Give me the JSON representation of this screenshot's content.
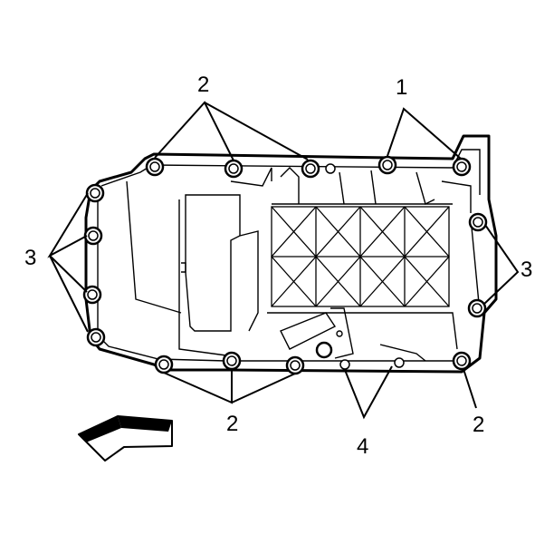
{
  "callouts": {
    "top_left_2": "2",
    "top_right_1": "1",
    "left_3": "3",
    "right_3": "3",
    "bottom_left_2": "2",
    "bottom_center_4": "4",
    "bottom_right_2": "2"
  },
  "icons": {
    "direction_arrow": "arrow-left-icon"
  },
  "colors": {
    "line": "#000000",
    "background": "#ffffff"
  }
}
